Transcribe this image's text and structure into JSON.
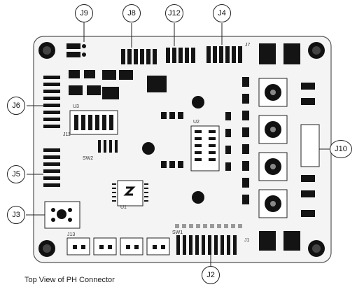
{
  "connectors": {
    "j9": "J9",
    "j8": "J8",
    "j12": "J12",
    "j4": "J4",
    "j6": "J6",
    "j5": "J5",
    "j3": "J3",
    "j10": "J10",
    "j2": "J2"
  },
  "silkscreen": {
    "j7": "J7",
    "j11": "J11",
    "j1": "J1",
    "j13": "J13",
    "u1": "U1",
    "u2": "U2",
    "u3": "U3",
    "sw1": "SW1",
    "sw2": "SW2"
  },
  "caption": "Top View of PH Connector",
  "colors": {
    "board": "#f4f4f4",
    "component": "#141414",
    "pad": "#9a9a9a",
    "line": "#222222"
  }
}
